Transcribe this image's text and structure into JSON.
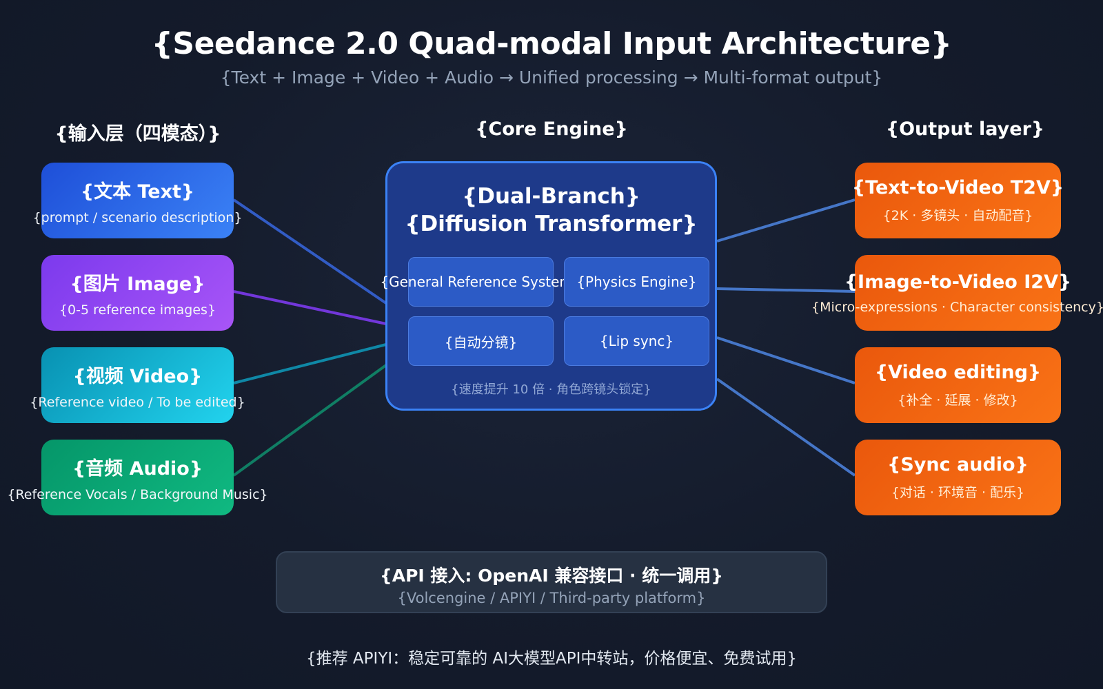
{
  "title": "{Seedance 2.0 Quad-modal Input Architecture}",
  "subtitle": "{Text + Image + Video + Audio → Unified processing → Multi-format output}",
  "columns": {
    "input": "{输入层（四模态）}",
    "core": "{Core Engine}",
    "output": "{Output layer}"
  },
  "inputs": [
    {
      "title": "{文本 Text}",
      "sub": "{prompt / scenario description}",
      "color_from": "#1e4fd8",
      "color_to": "#3b82f6"
    },
    {
      "title": "{图片 Image}",
      "sub": "{0-5 reference images}",
      "color_from": "#7c3aed",
      "color_to": "#a855f7"
    },
    {
      "title": "{视频 Video}",
      "sub": "{Reference video / To be edited}",
      "color_from": "#0891b2",
      "color_to": "#22d3ee"
    },
    {
      "title": "{音频 Audio}",
      "sub": "{Reference Vocals / Background Music}",
      "color_from": "#059669",
      "color_to": "#10b981"
    }
  ],
  "core": {
    "title_line1": "{Dual-Branch}",
    "title_line2": "{Diffusion Transformer}",
    "modules": [
      "{General Reference System}",
      "{Physics Engine}",
      "{自动分镜}",
      "{Lip sync}"
    ],
    "note": "{速度提升 10 倍 · 角色跨镜头锁定}"
  },
  "outputs": [
    {
      "title": "{Text-to-Video T2V}",
      "sub": "{2K · 多镜头 · 自动配音}"
    },
    {
      "title": "{Image-to-Video I2V}",
      "sub": "{Micro-expressions · Character consistency}"
    },
    {
      "title": "{Video editing}",
      "sub": "{补全 · 延展 · 修改}"
    },
    {
      "title": "{Sync audio}",
      "sub": "{对话 · 环境音 · 配乐}"
    }
  ],
  "api": {
    "title": "{API 接入: OpenAI 兼容接口 · 统一调用}",
    "sub": "{Volcengine / APIYI / Third-party platform}"
  },
  "footer": "{推荐 APIYI：稳定可靠的 AI大模型API中转站，价格便宜、免费试用}",
  "connector_colors": [
    "#3563d6",
    "#7c3aed",
    "#0e93b4",
    "#0f8a6a",
    "#4a7fd8"
  ]
}
